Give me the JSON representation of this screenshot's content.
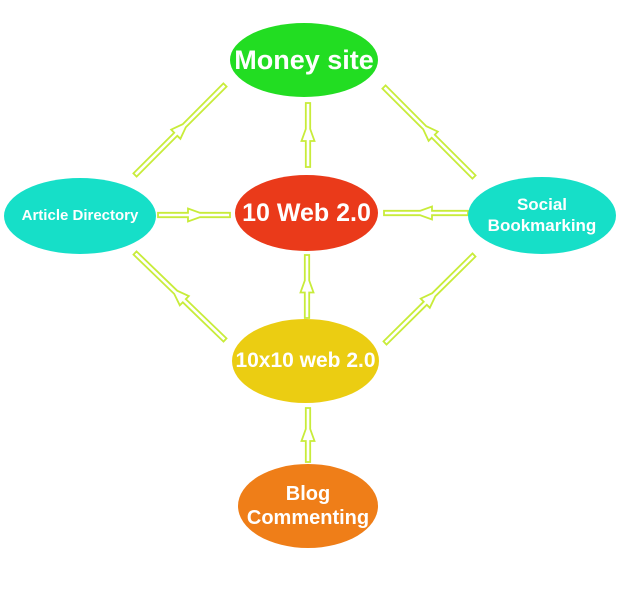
{
  "diagram": {
    "arrow_color": "#c8ec3a",
    "nodes": {
      "money_site": {
        "label": "Money site",
        "color": "#22dd22"
      },
      "web20": {
        "label": "10 Web 2.0",
        "color": "#ea3a1a"
      },
      "article_directory": {
        "label": "Article Directory",
        "color": "#16dfc8"
      },
      "social_bookmarking": {
        "label": "Social\nBookmarking",
        "color": "#16dfc8"
      },
      "web20_10x10": {
        "label": "10x10 web 2.0",
        "color": "#ebcd12"
      },
      "blog_commenting": {
        "label": "Blog\nCommenting",
        "color": "#ef7e18"
      }
    },
    "edges": [
      {
        "from": "article_directory",
        "to": "money_site"
      },
      {
        "from": "social_bookmarking",
        "to": "money_site"
      },
      {
        "from": "web20",
        "to": "money_site"
      },
      {
        "from": "article_directory",
        "to": "web20"
      },
      {
        "from": "social_bookmarking",
        "to": "web20"
      },
      {
        "from": "web20_10x10",
        "to": "web20"
      },
      {
        "from": "web20_10x10",
        "to": "article_directory"
      },
      {
        "from": "web20_10x10",
        "to": "social_bookmarking"
      },
      {
        "from": "blog_commenting",
        "to": "web20_10x10"
      }
    ]
  }
}
